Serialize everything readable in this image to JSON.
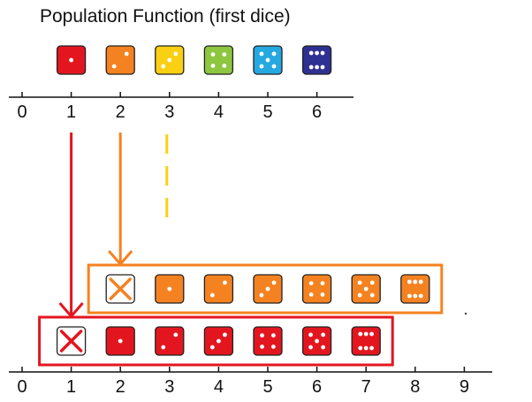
{
  "title": "Population Function  (first dice)",
  "top_axis": {
    "ticks": [
      "0",
      "1",
      "2",
      "3",
      "4",
      "5",
      "6"
    ]
  },
  "bottom_axis": {
    "ticks": [
      "0",
      "1",
      "2",
      "3",
      "4",
      "5",
      "6",
      "7",
      "8",
      "9"
    ]
  },
  "first_die_row": [
    {
      "value": 1,
      "color": "#e3161f",
      "icon": "die-face-1-icon"
    },
    {
      "value": 2,
      "color": "#f58220",
      "icon": "die-face-2-icon"
    },
    {
      "value": 3,
      "color": "#f9d012",
      "icon": "die-face-3-icon"
    },
    {
      "value": 4,
      "color": "#8dc63f",
      "icon": "die-face-4-icon"
    },
    {
      "value": 5,
      "color": "#26a9e0",
      "icon": "die-face-5-icon"
    },
    {
      "value": 6,
      "color": "#2e3192",
      "icon": "die-face-6-icon"
    }
  ],
  "groups": [
    {
      "name": "first-die-1",
      "from_value": 1,
      "color": "#e3161f",
      "arrow_style": "solid",
      "crossed_sum": 1,
      "sums": [
        2,
        3,
        4,
        5,
        6,
        7
      ],
      "second_die_faces": [
        1,
        2,
        3,
        4,
        5,
        6
      ]
    },
    {
      "name": "first-die-2",
      "from_value": 2,
      "color": "#f58220",
      "arrow_style": "solid",
      "crossed_sum": 2,
      "sums": [
        3,
        4,
        5,
        6,
        7,
        8
      ],
      "second_die_faces": [
        1,
        2,
        3,
        4,
        5,
        6
      ]
    }
  ],
  "pending_arrow": {
    "from_value": 3,
    "color": "#f9d012",
    "style": "dashed"
  }
}
